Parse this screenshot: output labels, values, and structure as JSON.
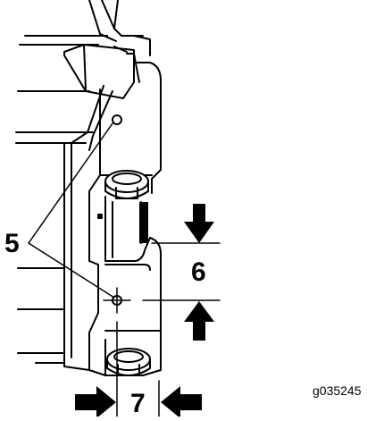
{
  "figure": {
    "callouts": {
      "item_5": "5",
      "dimension_6": "6",
      "dimension_7": "7"
    },
    "figure_id": "g035245"
  }
}
